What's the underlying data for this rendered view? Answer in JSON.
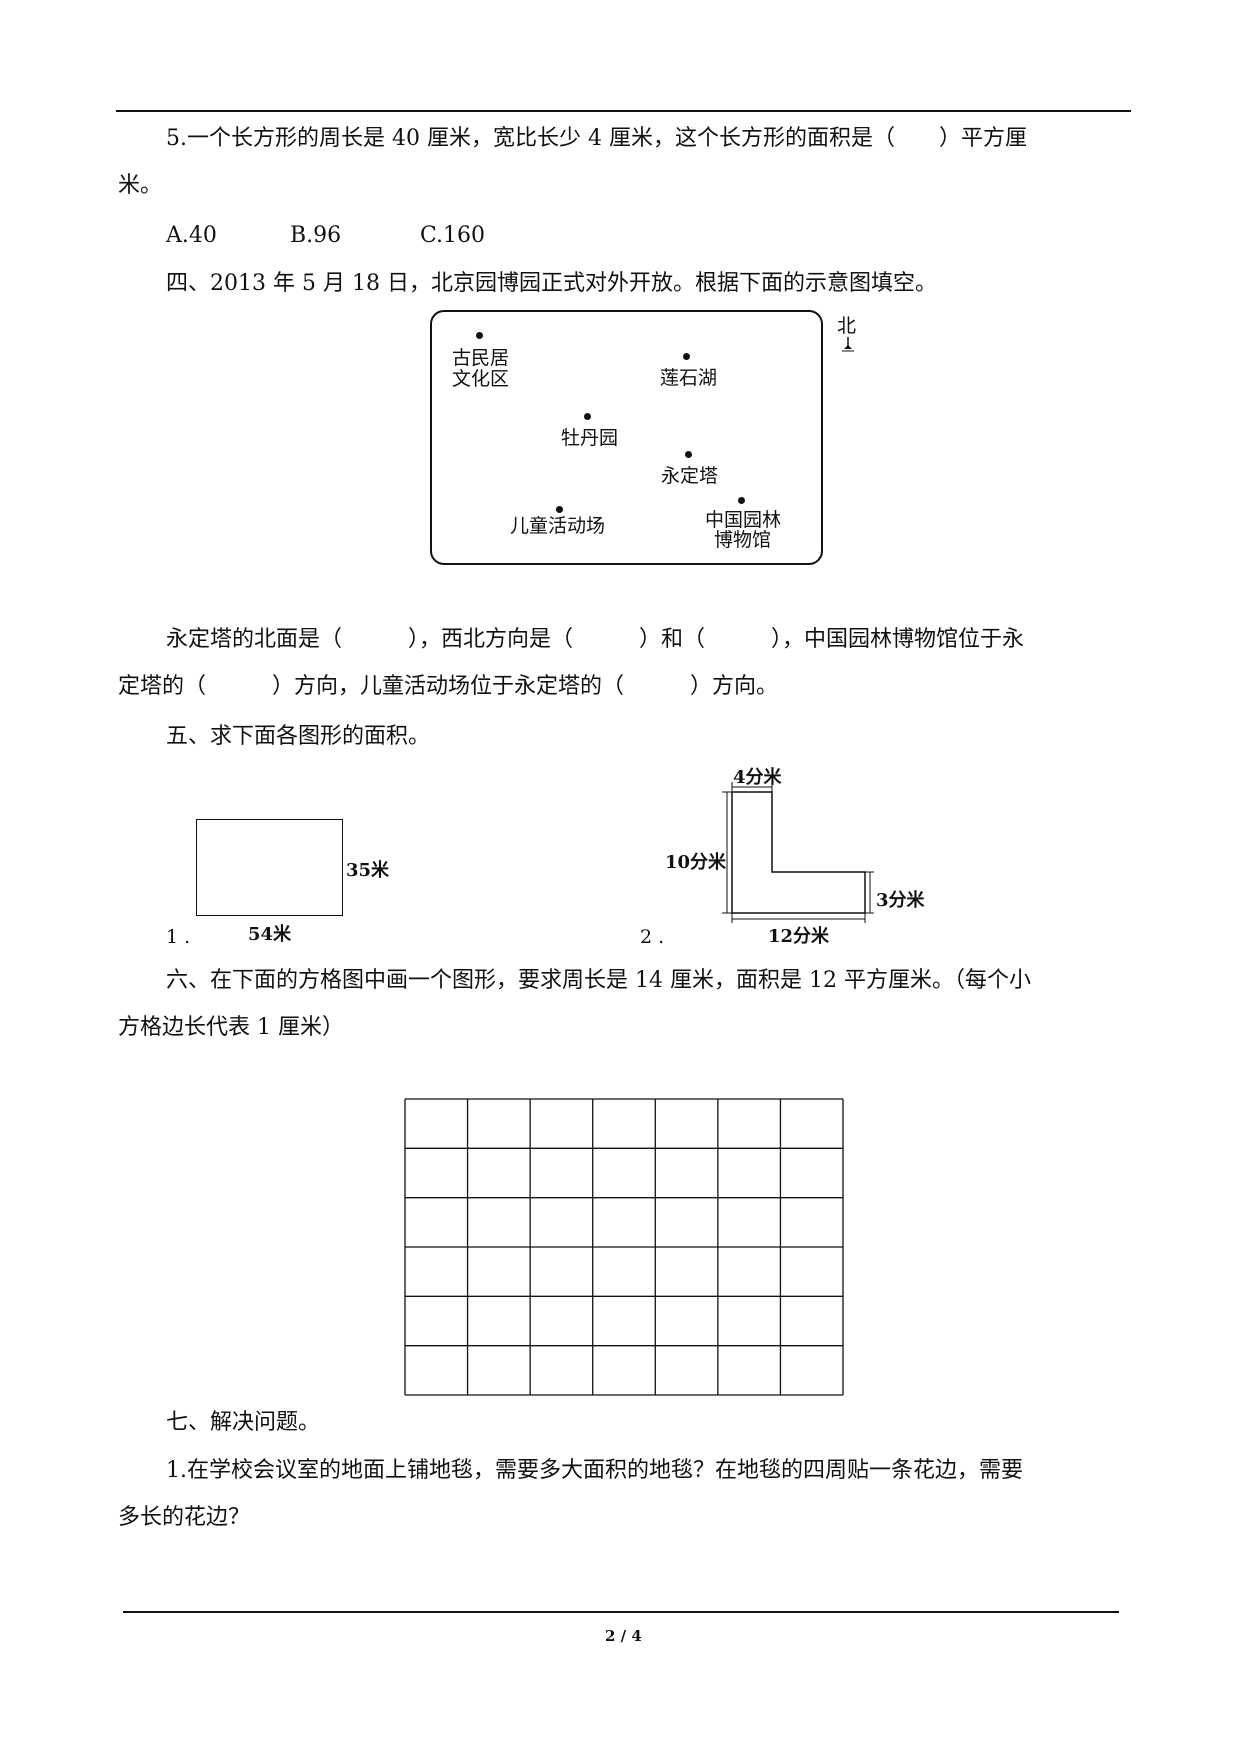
{
  "q5": {
    "line1": "5.一个长方形的周长是 40 厘米，宽比长少 4 厘米，这个长方形的面积是（　　）平方厘",
    "line2": "米。",
    "options": [
      "A.40",
      "B.96",
      "C.160"
    ]
  },
  "section4": {
    "heading": "四、2013 年 5 月 18 日，北京园博园正式对外开放。根据下面的示意图填空。",
    "north": "北",
    "places": {
      "gumin": [
        "古民居",
        "文化区"
      ],
      "lianshi": "莲石湖",
      "mudan": "牡丹园",
      "yongding": "永定塔",
      "ertong": "儿童活动场",
      "bowuguan": [
        "中国园林",
        "博物馆"
      ]
    },
    "fill1": "永定塔的北面是（　　　），西北方向是（　　　）和（　　　），中国园林博物馆位于永",
    "fill2": "定塔的（　　　）方向，儿童活动场位于永定塔的（　　　）方向。"
  },
  "section5": {
    "heading": "五、求下面各图形的面积。",
    "fig1": {
      "number": "1 .",
      "width_label": "54米",
      "height_label": "35米"
    },
    "fig2": {
      "number": "2 .",
      "top_label": "4分米",
      "left_label": "10分米",
      "right_label": "3分米",
      "bottom_label": "12分米"
    }
  },
  "section6": {
    "line1": "六、在下面的方格图中画一个图形，要求周长是 14 厘米，面积是 12 平方厘米。（每个小",
    "line2": "方格边长代表 1 厘米）",
    "grid": {
      "cols": 7,
      "rows": 6
    }
  },
  "section7": {
    "heading": "七、解决问题。",
    "q1_line1": "1.在学校会议室的地面上铺地毯，需要多大面积的地毯？在地毯的四周贴一条花边，需要",
    "q1_line2": "多长的花边？"
  },
  "footer": {
    "page": "2 / 4"
  }
}
